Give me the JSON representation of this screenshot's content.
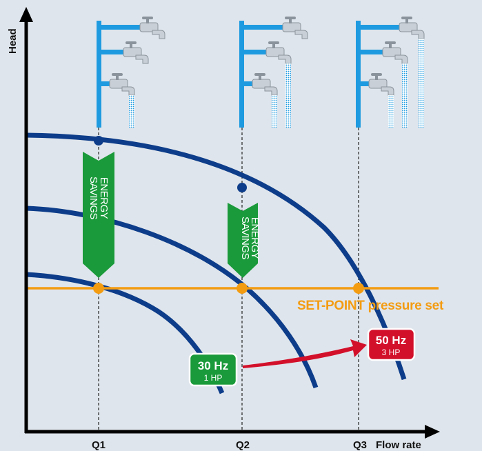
{
  "axes": {
    "y_label": "Head",
    "x_label": "Flow rate"
  },
  "flow_points": [
    "Q1",
    "Q2",
    "Q3"
  ],
  "setpoint_label": "SET-POINT pressure set",
  "energy_savings": [
    {
      "line1": "ENERGY",
      "line2": "SAVINGS"
    },
    {
      "line1": "ENERGY",
      "line2": "SAVINGS"
    }
  ],
  "badge_low": {
    "freq": "30 Hz",
    "power": "1 HP"
  },
  "badge_high": {
    "freq": "50 Hz",
    "power": "3 HP"
  },
  "colors": {
    "curve": "#0d3d8a",
    "setpoint": "#f39c12",
    "energy_arrow": "#1a9a3a",
    "badge_low": "#1a9a3a",
    "badge_high": "#d3102a",
    "pipe": "#1e9be0",
    "background": "#dfe5ec"
  },
  "taps": [
    {
      "group": "Q1",
      "open_taps": 1
    },
    {
      "group": "Q2",
      "open_taps": 2
    },
    {
      "group": "Q3",
      "open_taps": 3
    }
  ]
}
